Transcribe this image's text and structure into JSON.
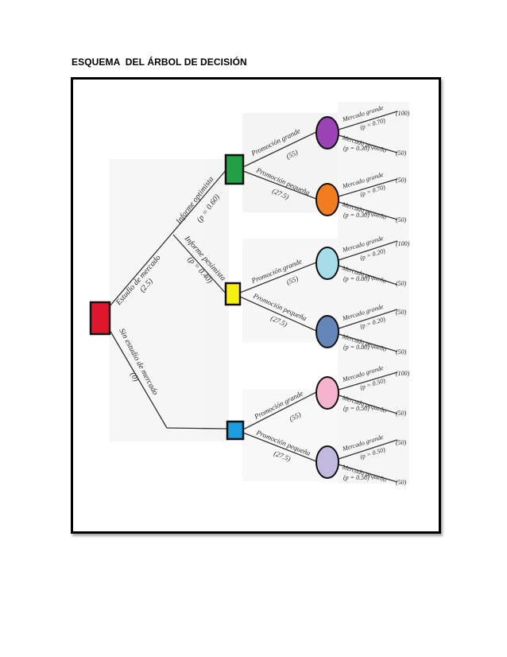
{
  "title": "ESQUEMA  DEL ÁRBOL DE DECISIÓN",
  "colors": {
    "root": "#e0182e",
    "node_green": "#22a045",
    "node_yellow": "#f7ef12",
    "node_blue": "#1a9ee0",
    "chance_purple": "#9b42b4",
    "chance_orange": "#f27d21",
    "chance_lightblue": "#a6dde8",
    "chance_steel": "#6586b8",
    "chance_pink": "#f5b3cd",
    "chance_lavender": "#c2b9df",
    "branch": "#333333"
  },
  "root": {
    "study": {
      "label": "Estudio de mercado",
      "value": "(2.5)"
    },
    "no_study": {
      "label": "Sin estudio de mercado",
      "value": "(0)"
    }
  },
  "reports": {
    "optimistic": {
      "label": "Informe optimista",
      "prob": "(p = 0.60)"
    },
    "pessimistic": {
      "label": "Informe pesimista",
      "prob": "(p = 0.40)"
    }
  },
  "decisions": [
    {
      "big_label": "Promoción grande",
      "big_value": "(55)",
      "small_label": "Promoción pequeña",
      "small_value": "(27.5)"
    },
    {
      "big_label": "Promoción grande",
      "big_value": "(55)",
      "small_label": "Promoción pequeña",
      "small_value": "(27.5)"
    },
    {
      "big_label": "Promoción grande",
      "big_value": "(55)",
      "small_label": "Promoción pequeña",
      "small_value": "(27.5)"
    }
  ],
  "outcomes": [
    {
      "large": "Mercado grande",
      "p_large": "(p = 0.70)",
      "v_large": "(100)",
      "small": "Mercado pequeño",
      "p_small": "(p = 0.30)",
      "v_small": "(50)"
    },
    {
      "large": "Mercado grande",
      "p_large": "(p = 0.70)",
      "v_large": "(50)",
      "small": "Mercado pequeño",
      "p_small": "(p = 0.30)",
      "v_small": "(50)"
    },
    {
      "large": "Mercado grande",
      "p_large": "(p = 0.20)",
      "v_large": "(100)",
      "small": "Mercado pequeño",
      "p_small": "(p = 0.80)",
      "v_small": "(50)"
    },
    {
      "large": "Mercado grande",
      "p_large": "(p = 0.20)",
      "v_large": "(50)",
      "small": "Mercado pequeño",
      "p_small": "(p = 0.80)",
      "v_small": "(50)"
    },
    {
      "large": "Mercado grande",
      "p_large": "(p = 0.50)",
      "v_large": "(100)",
      "small": "Mercado pequeño",
      "p_small": "(p = 0.50)",
      "v_small": "(50)"
    },
    {
      "large": "Mercado grande",
      "p_large": "(p = 0.50)",
      "v_large": "(50)",
      "small": "Mercado pequeño",
      "p_small": "(p = 0.50)",
      "v_small": "(50)"
    }
  ]
}
